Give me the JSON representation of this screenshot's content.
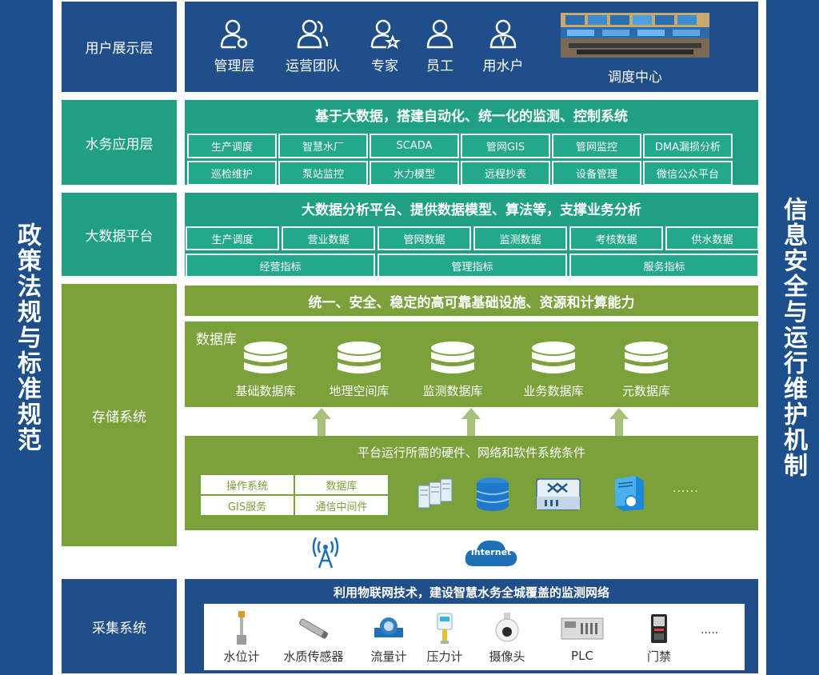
{
  "left_bar": "政策法规与标准规范",
  "right_bar": "信息安全与运行维护机制",
  "layers": {
    "user": "用户展示层",
    "water": "水务应用层",
    "bigdata": "大数据平台",
    "storage": "存储系统",
    "collect": "采集系统"
  },
  "user_display": {
    "items": [
      "管理层",
      "运营团队",
      "专家",
      "员工",
      "用水户"
    ],
    "dispatch": "调度中心"
  },
  "water_app": {
    "banner": "基于大数据，搭建自动化、统一化的监测、控制系统",
    "row1": [
      "生产调度",
      "智慧水厂",
      "SCADA",
      "管网GIS",
      "管网监控",
      "DMA漏损分析"
    ],
    "row2": [
      "巡检维护",
      "泵站监控",
      "水力模型",
      "远程抄表",
      "设备管理",
      "微信公众平台"
    ]
  },
  "bigdata": {
    "banner": "大数据分析平台、提供数据模型、算法等，支撑业务分析",
    "row1": [
      "生产调度",
      "营业数据",
      "管网数据",
      "监测数据",
      "考核数据",
      "供水数据"
    ],
    "row2": [
      "经营指标",
      "管理指标",
      "服务指标"
    ]
  },
  "storage": {
    "banner": "统一、安全、稳定的高可靠基础设施、资源和计算能力",
    "db_title": "数据库",
    "dbs": [
      "基础数据库",
      "地理空间库",
      "监测数据库",
      "业务数据库",
      "元数据库"
    ],
    "platform_title": "平台运行所需的硬件、网络和软件系统条件",
    "table": [
      [
        "操作系统",
        "数据库"
      ],
      [
        "GIS服务",
        "通信中间件"
      ]
    ],
    "hw_more": "······"
  },
  "network": {
    "internet": "Internet"
  },
  "collect": {
    "banner": "利用物联网技术，建设智慧水务全城覆盖的监测网络",
    "devices": [
      "水位计",
      "水质传感器",
      "流量计",
      "压力计",
      "摄像头",
      "PLC",
      "门禁"
    ],
    "more": "·····"
  },
  "colors": {
    "navy": "#1f4e89",
    "teal": "#1fa083",
    "green": "#7aa13a",
    "side": "#1d4f8c"
  }
}
